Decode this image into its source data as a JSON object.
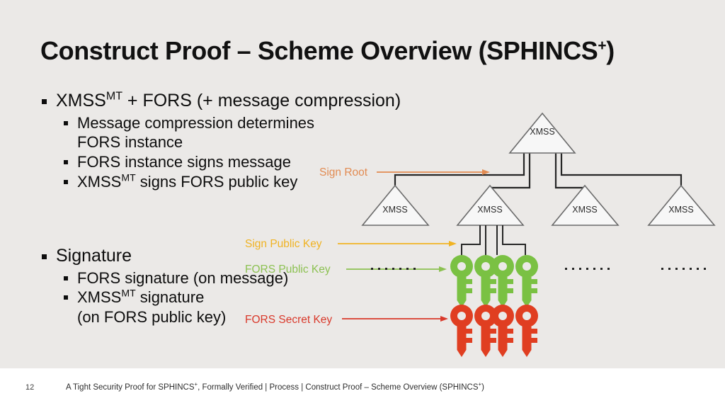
{
  "slide": {
    "title_main": "Construct Proof – Scheme Overview (SPHINCS",
    "title_sup": "+",
    "title_close": ")"
  },
  "bullets": {
    "group1": [
      {
        "level": 1,
        "pre": "XMSS",
        "sup": "MT",
        "post": " + FORS (+ message compression)"
      },
      {
        "level": 2,
        "pre": "Message compression determines",
        "sup": "",
        "post": ""
      },
      {
        "level": 2,
        "pre": "FORS instance",
        "sup": "",
        "post": "",
        "continuation": true
      },
      {
        "level": 2,
        "pre": "FORS instance signs message",
        "sup": "",
        "post": ""
      },
      {
        "level": 2,
        "pre": "XMSS",
        "sup": "MT",
        "post": " signs FORS public key"
      }
    ],
    "group2": [
      {
        "level": 1,
        "pre": "Signature",
        "sup": "",
        "post": ""
      },
      {
        "level": 2,
        "pre": "FORS signature (on message)",
        "sup": "",
        "post": ""
      },
      {
        "level": 2,
        "pre": "XMSS",
        "sup": "MT",
        "post": " signature"
      },
      {
        "level": 2,
        "pre": "(on FORS public key)",
        "sup": "",
        "post": "",
        "continuation": true
      }
    ]
  },
  "diagram": {
    "tree_label": "XMSS",
    "trees": [
      {
        "id": "root-tree",
        "label": "XMSS"
      },
      {
        "id": "leaf-tree-1",
        "label": "XMSS"
      },
      {
        "id": "leaf-tree-2",
        "label": "XMSS"
      },
      {
        "id": "leaf-tree-3",
        "label": "XMSS"
      },
      {
        "id": "leaf-tree-4",
        "label": "XMSS"
      }
    ],
    "labels": {
      "sign_root": "Sign Root",
      "sign_public_key": "Sign Public Key",
      "fors_public_key": "FORS Public Key",
      "fors_secret_key": "FORS Secret Key"
    },
    "keys": {
      "public_count": 4,
      "secret_count": 4,
      "public_color": "#7ac143",
      "secret_color": "#e03e21"
    },
    "colors": {
      "sign_root": "#e28b52",
      "sign_public_key": "#f0b323",
      "fors_public_key": "#8cc152",
      "fors_secret_key": "#d9392b",
      "tree_stroke": "#6b6b6b",
      "tree_fill": "#f7f7f7",
      "connector": "#262626",
      "background": "#ebe9e7"
    }
  },
  "footer": {
    "page_number": "12",
    "text_pre": "A Tight Security Proof for SPHINCS",
    "text_sup1": "+",
    "text_mid": ", Formally Verified | Process | Construct Proof – Scheme Overview (SPHINCS",
    "text_sup2": "+",
    "text_end": ")"
  }
}
